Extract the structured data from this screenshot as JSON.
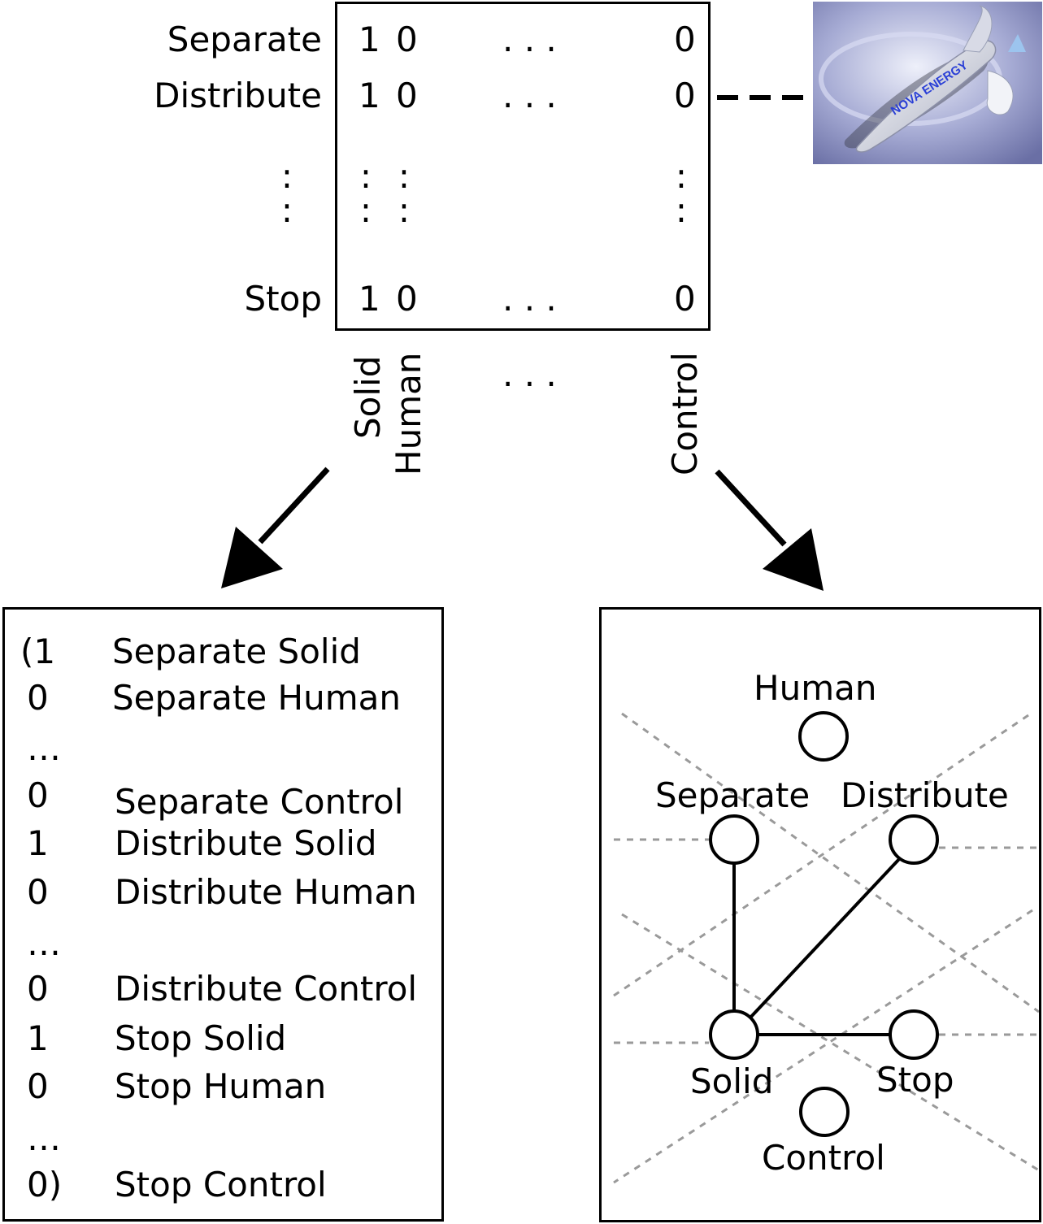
{
  "matrix": {
    "rows": [
      {
        "label": "Separate",
        "first": "1",
        "second": "0",
        "dots": ". . .",
        "last": "0"
      },
      {
        "label": "Distribute",
        "first": "1",
        "second": "0",
        "dots": ". . .",
        "last": "0"
      },
      {
        "label": "Stop",
        "first": "1",
        "second": "0",
        "dots": ". . .",
        "last": "0"
      }
    ],
    "columns": [
      "Solid",
      "Human",
      "Control"
    ],
    "column_dots": ". . .",
    "vdots": ":"
  },
  "logo": {
    "text": "NOVA ENERGY",
    "color_primary": "#2a3fd6",
    "bg": "#8a8fbf"
  },
  "vector_list": [
    {
      "value": "(1",
      "label": "Separate Solid"
    },
    {
      "value": "0",
      "label": "Separate Human"
    },
    {
      "value": "…",
      "label": ""
    },
    {
      "value": "0",
      "label": "Separate Control"
    },
    {
      "value": "1",
      "label": "Distribute Solid"
    },
    {
      "value": "0",
      "label": "Distribute Human"
    },
    {
      "value": "…",
      "label": ""
    },
    {
      "value": "0",
      "label": "Distribute Control"
    },
    {
      "value": "1",
      "label": "Stop Solid"
    },
    {
      "value": "0",
      "label": "Stop Human"
    },
    {
      "value": "…",
      "label": ""
    },
    {
      "value": "0)",
      "label": "Stop Control"
    }
  ],
  "graph": {
    "nodes": [
      "Human",
      "Separate",
      "Distribute",
      "Solid",
      "Stop",
      "Control"
    ],
    "edges": [
      [
        "Separate",
        "Solid"
      ],
      [
        "Distribute",
        "Solid"
      ],
      [
        "Solid",
        "Stop"
      ]
    ],
    "dashed_color": "#9a9a9a"
  }
}
